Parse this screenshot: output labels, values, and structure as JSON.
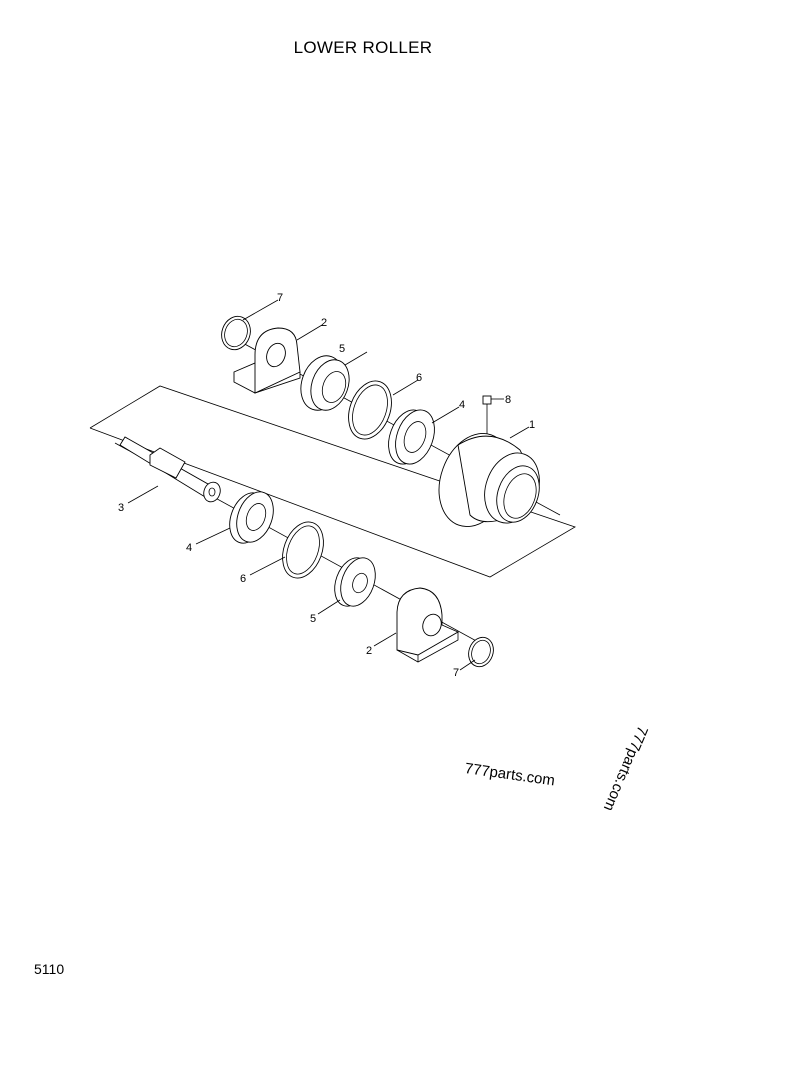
{
  "title": "LOWER ROLLER",
  "page_number": "5110",
  "watermarks": [
    "777parts.com",
    "777parts.com",
    "77"
  ],
  "callouts": {
    "upper_snap_ring": "7",
    "upper_collar": "2",
    "upper_seal": "5",
    "upper_retaining_ring": "6",
    "upper_bearing": "4",
    "plug": "8",
    "roller": "1",
    "shaft": "3",
    "lower_bearing": "4",
    "lower_retaining_ring": "6",
    "lower_seal": "5",
    "lower_collar": "2",
    "lower_snap_ring": "7"
  }
}
